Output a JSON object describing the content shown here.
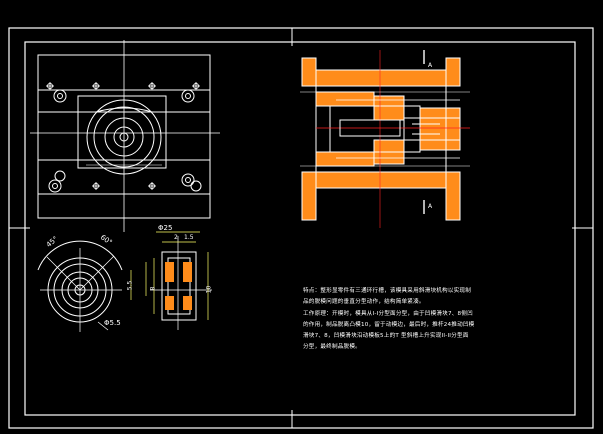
{
  "drawing": {
    "background_color": "#000000",
    "line_color": "#ffffff",
    "accent_color": "#ff2020",
    "hatch_color": "#ff8c1a",
    "dimension_color": "#ffff66"
  },
  "section_view": {
    "labels": {
      "section_mark_top": "A",
      "section_mark_bottom": "A"
    }
  },
  "part_view": {
    "dimensions": {
      "angle_left": "45°",
      "angle_right": "60°",
      "diameter_bottom": "Φ5.5",
      "diameter_top": "Φ25",
      "len_a": "2",
      "len_b": "1.5",
      "height_right": "10",
      "height_small": "8",
      "height_left": "5.5"
    }
  },
  "notes": {
    "lines": [
      "特点：整形显零件有三通环行槽，该模具采用斜滑块机构以实现制",
      "品的脱模问题的垂直分型动作，结构简单紧凑。",
      "工作原理：开模时，模具从I-I分型面分型，由于凹模滑块7、8侧凹",
      "的作用，制品脱离凸模10，留于动模边，最后时，推杆24推动凹模",
      "滑块7、8，凹模滑块沿动模板5上的T 型斜槽上升实现II-II分型面",
      "分型，最终制品脱模。"
    ]
  }
}
